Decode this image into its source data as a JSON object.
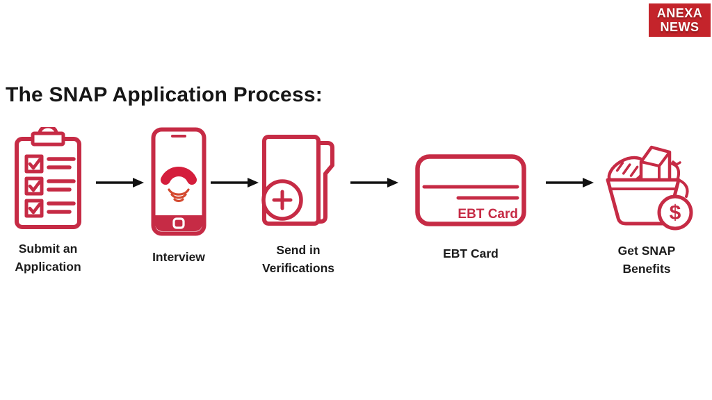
{
  "logo": {
    "line1": "ANEXA",
    "line2": "NEWS",
    "bg_color": "#c4242b",
    "text_color": "#ffffff"
  },
  "title": "The SNAP Application Process:",
  "steps": [
    {
      "icon": "clipboard-checklist-icon",
      "label": "Submit an\nApplication"
    },
    {
      "icon": "phone-interview-icon",
      "label": "Interview"
    },
    {
      "icon": "folder-plus-icon",
      "label": "Send in\nVerifications"
    },
    {
      "icon": "ebt-card-icon",
      "label": "EBT Card",
      "card_text": "EBT Card"
    },
    {
      "icon": "grocery-basket-icon",
      "label": "Get SNAP\nBenefits",
      "dollar_sign": "$"
    }
  ],
  "flow": {
    "arrow_icon": "arrow-right-icon",
    "arrow_count": 4
  },
  "colors": {
    "accent_red": "#c62b45",
    "logo_bg": "#c4242b",
    "text": "#1c1c1c",
    "arrow": "#111111"
  }
}
